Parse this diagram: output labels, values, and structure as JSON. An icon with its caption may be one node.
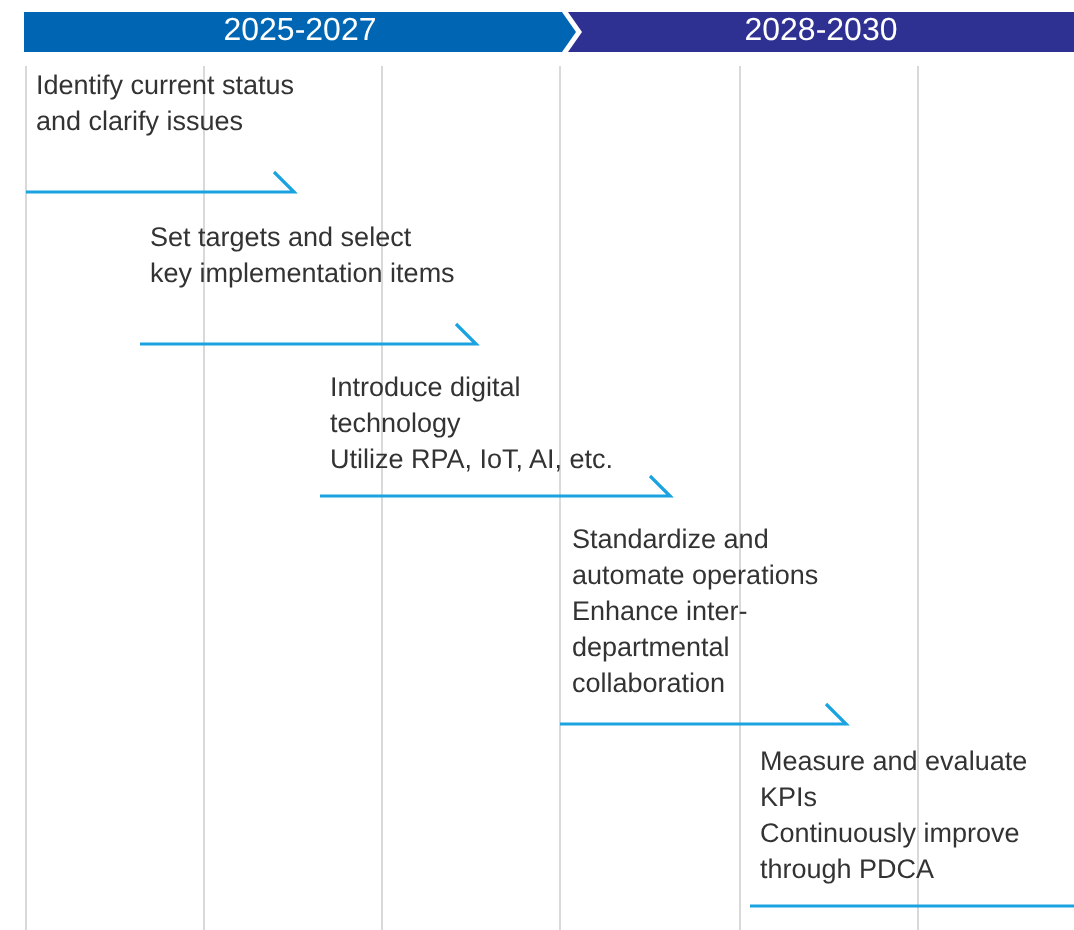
{
  "diagram": {
    "nodes": [
      {
        "text": [
          "2025-2027"
        ]
      },
      {
        "text": [
          "2028-2030"
        ]
      }
    ],
    "labels": [
      "Identify current status and clarify issues",
      "Set targets and select key implementation items",
      "Introduce digital technology",
      "Utilize RPA, IoT, AI, etc.",
      "Standardize and automate operations",
      "Enhance inter-departmental collaboration",
      "Measure and evaluate KPIs",
      "Continuously improve through PDCA"
    ]
  }
}
